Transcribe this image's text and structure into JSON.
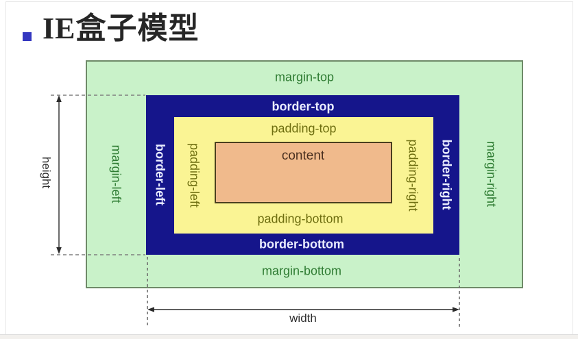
{
  "title": "IE盒子模型",
  "diagram": {
    "margin_box": {
      "top": "margin-top",
      "left": "margin-left",
      "right": "margin-right",
      "bottom": "margin-bottom"
    },
    "border_box": {
      "top": "border-top",
      "left": "border-left",
      "right": "border-right",
      "bottom": "border-bottom"
    },
    "padding_box": {
      "top": "padding-top",
      "left": "padding-left",
      "right": "padding-right",
      "bottom": "padding-bottom"
    },
    "content_box": {
      "label": "content"
    },
    "measurements": {
      "height": "height",
      "width": "width"
    }
  },
  "colors": {
    "margin_bg": "#c9f2c9",
    "margin_border": "#6e8a68",
    "margin_text": "#2f7c33",
    "border_bg": "#15158b",
    "border_text": "#e9ecff",
    "padding_bg": "#faf494",
    "padding_text": "#6e6e10",
    "content_bg": "#f0ba8c",
    "content_border": "#4a3f1f",
    "content_text": "#4a3020",
    "measure_text": "#2d2d2d",
    "bullet_color": "#3437c0",
    "title_color": "#262626"
  }
}
